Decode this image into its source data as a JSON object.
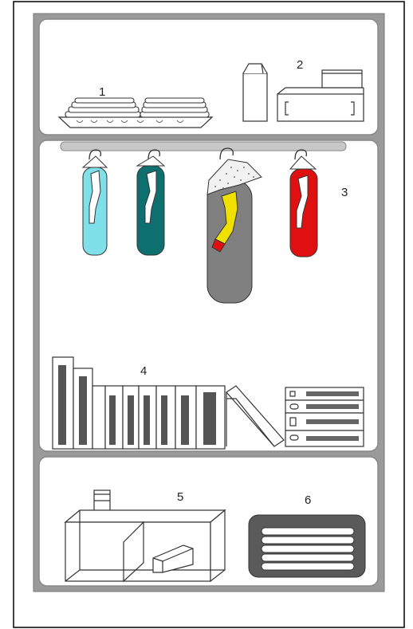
{
  "labels": {
    "shelf_items": "1",
    "boxes": "2",
    "hanging_clothes": "3",
    "books": "4",
    "drawer_box": "5",
    "stacked_items": "6"
  },
  "colors": {
    "cabinet_frame": "#9a9a9a",
    "hanger_rod": "#c8c8c8",
    "garment_light_blue": "#7fe0ea",
    "garment_teal": "#0e6f6f",
    "garment_grey": "#808080",
    "garment_yellow": "#f0e000",
    "garment_red": "#e01010",
    "tray_dark": "#5a5a5a"
  }
}
